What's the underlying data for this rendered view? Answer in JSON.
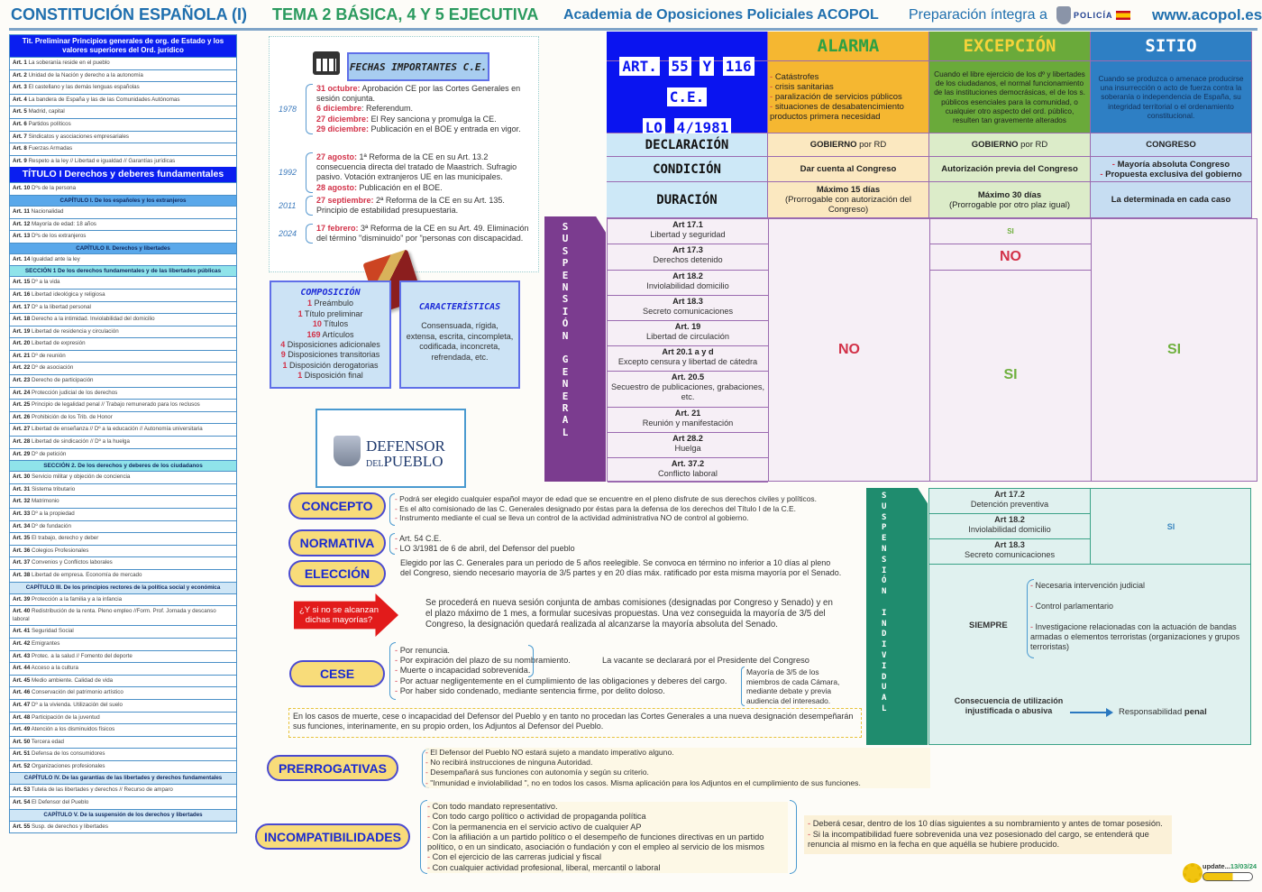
{
  "header": {
    "title1": "CONSTITUCIÓN ESPAÑOLA (I)",
    "title2": "TEMA 2 BÁSICA, 4 Y 5 EJECUTIVA",
    "academy": "Academia de Oposiciones Policiales ACOPOL",
    "tagline": "Preparación íntegra a",
    "police_logo": "POLICÍA",
    "website": "www.acopol.es"
  },
  "index": {
    "tit_preliminar": "Tit. Preliminar Principios generales de org. de Estado y los valores superiores del Ord. jurídico",
    "prelim_items": [
      {
        "art": "Art. 1",
        "text": "La soberanía reside en el pueblo"
      },
      {
        "art": "Art. 2",
        "text": "Unidad de la Nación y derecho a la autonomía"
      },
      {
        "art": "Art. 3",
        "text": "El castellano y las demás lenguas españolas"
      },
      {
        "art": "Art. 4",
        "text": "La bandera de España y las de las Comunidades Autónomas"
      },
      {
        "art": "Art. 5",
        "text": "Madrid, capital"
      },
      {
        "art": "Art. 6",
        "text": "Partidos políticos"
      },
      {
        "art": "Art. 7",
        "text": "Sindicatos y asociaciones empresariales"
      },
      {
        "art": "Art. 8",
        "text": "Fuerzas Armadas"
      },
      {
        "art": "Art. 9",
        "text": "Respeto a la ley // Libertad e igualdad // Garantías jurídicas"
      }
    ],
    "titulo1": "TÍTULO I Derechos y deberes fundamentales",
    "art10": {
      "art": "Art. 10",
      "text": "Dºs de la persona"
    },
    "cap1": "CAPÍTULO I. De los españoles y los extranjeros",
    "cap1_items": [
      {
        "art": "Art. 11",
        "text": "Nacionalidad"
      },
      {
        "art": "Art. 12",
        "text": "Mayoría de edad: 18 años"
      },
      {
        "art": "Art. 13",
        "text": "Dºs de los extranjeros"
      }
    ],
    "cap2": "CAPÍTULO II. Derechos y libertades",
    "art14": {
      "art": "Art. 14",
      "text": "Igualdad ante la ley"
    },
    "sec1": "SECCIÓN 1 De los derechos fundamentales y de las libertades públicas",
    "sec1_items": [
      {
        "art": "Art. 15",
        "text": "Dº a la vida"
      },
      {
        "art": "Art. 16",
        "text": "Libertad ideológica y religiosa"
      },
      {
        "art": "Art. 17",
        "text": "Dº a la libertad personal"
      },
      {
        "art": "Art. 18",
        "text": "Derecho a la intimidad. Inviolabilidad del domicilio"
      },
      {
        "art": "Art. 19",
        "text": "Libertad de residencia y circulación"
      },
      {
        "art": "Art. 20",
        "text": "Libertad de expresión"
      },
      {
        "art": "Art. 21",
        "text": "Dº de reunión"
      },
      {
        "art": "Art. 22",
        "text": "Dº de asociación"
      },
      {
        "art": "Art. 23",
        "text": "Derecho de participación"
      },
      {
        "art": "Art. 24",
        "text": "Protección judicial de los derechos"
      },
      {
        "art": "Art. 25",
        "text": "Principio de legalidad penal // Trabajo remunerado para los reclusos"
      },
      {
        "art": "Art. 26",
        "text": "Prohibición de los Trib. de Honor"
      },
      {
        "art": "Art. 27",
        "text": "Libertad de enseñanza // Dº a la educación // Autonomía universitaria"
      },
      {
        "art": "Art. 28",
        "text": "Libertad de sindicación // Dº a la huelga"
      },
      {
        "art": "Art. 29",
        "text": "Dº de petición"
      }
    ],
    "sec2": "SECCIÓN 2. De los derechos y deberes de los ciudadanos",
    "sec2_items": [
      {
        "art": "Art. 30",
        "text": "Servicio militar y objeción de conciencia"
      },
      {
        "art": "Art. 31",
        "text": "Sistema tributario"
      },
      {
        "art": "Art. 32",
        "text": "Matrimonio"
      },
      {
        "art": "Art. 33",
        "text": "Dº a la propiedad"
      },
      {
        "art": "Art. 34",
        "text": "Dº de fundación"
      },
      {
        "art": "Art. 35",
        "text": "El trabajo, derecho y deber"
      },
      {
        "art": "Art. 36",
        "text": "Colegios Profesionales"
      },
      {
        "art": "Art. 37",
        "text": "Convenios y Conflictos laborales"
      },
      {
        "art": "Art. 38",
        "text": "Libertad de empresa. Economía de mercado"
      }
    ],
    "cap3": "CAPÍTULO III. De los principios rectores de la política social y económica",
    "cap3_items": [
      {
        "art": "Art. 39",
        "text": "Protección a la familia y a la infancia"
      },
      {
        "art": "Art. 40",
        "text": "Redistribución de la renta. Pleno empleo //Form. Prof. Jornada y descanso laboral"
      },
      {
        "art": "Art. 41",
        "text": "Seguridad Social"
      },
      {
        "art": "Art. 42",
        "text": "Emigrantes"
      },
      {
        "art": "Art. 43",
        "text": "Protec. a la salud // Fomento del deporte"
      },
      {
        "art": "Art. 44",
        "text": "Acceso a la cultura"
      },
      {
        "art": "Art. 45",
        "text": "Medio ambiente. Calidad de vida"
      },
      {
        "art": "Art. 46",
        "text": "Conservación del patrimonio artístico"
      },
      {
        "art": "Art. 47",
        "text": "Dº a la vivienda. Utilización del suelo"
      },
      {
        "art": "Art. 48",
        "text": "Participación de la juventud"
      },
      {
        "art": "Art. 49",
        "text": "Atención a los disminuidos físicos"
      },
      {
        "art": "Art. 50",
        "text": "Tercera edad"
      },
      {
        "art": "Art. 51",
        "text": "Defensa de los consumidores"
      },
      {
        "art": "Art. 52",
        "text": "Organizaciones profesionales"
      }
    ],
    "cap4": "CAPÍTULO IV. De las garantías de las libertades y derechos fundamentales",
    "cap4_items": [
      {
        "art": "Art. 53",
        "text": "Tutela de las libertades y derechos // Recurso de amparo"
      },
      {
        "art": "Art. 54",
        "text": "El Defensor del Pueblo"
      }
    ],
    "cap5": "CAPÍTULO V. De la suspensión de los derechos y libertades",
    "cap5_items": [
      {
        "art": "Art. 55",
        "text": "Susp. de derechos y libertades"
      }
    ]
  },
  "fechas": {
    "title": "FECHAS IMPORTANTES C.E.",
    "groups": [
      {
        "year": "1978",
        "lines": [
          {
            "date": "31 octubre:",
            "text": " Aprobación CE por las Cortes Generales en sesión conjunta."
          },
          {
            "date": "6 diciembre",
            "text": ": Referendum."
          },
          {
            "date": "27 diciembre:",
            "text": " El Rey sanciona y promulga la CE."
          },
          {
            "date": "29 diciembre:",
            "text": " Publicación en el BOE y entrada en vigor."
          }
        ]
      },
      {
        "year": "1992",
        "lines": [
          {
            "date": "27 agosto:",
            "text": " 1ª Reforma de la CE en su Art. 13.2 consecuencia directa del tratado de Maastrich. Sufragio pasivo. Votación extranjeros UE en las municipales."
          },
          {
            "date": "28 agosto:",
            "text": " Publicación en el BOE."
          }
        ]
      },
      {
        "year": "2011",
        "lines": [
          {
            "date": "27 septiembre:",
            "text": " 2ª Reforma de la CE en su Art. 135. Principio de estabilidad presupuestaria."
          }
        ]
      },
      {
        "year": "2024",
        "lines": [
          {
            "date": "17 febrero:",
            "text": " 3ª Reforma de la CE en su Art. 49. Eliminación del término \"disminuido\" por \"personas con discapacidad."
          }
        ]
      }
    ]
  },
  "composicion": {
    "title": "COMPOSICIÓN",
    "items": [
      {
        "n": "1",
        "text": " Preámbulo"
      },
      {
        "n": "1",
        "text": " Título preliminar"
      },
      {
        "n": "10",
        "text": " Títulos"
      },
      {
        "n": "169",
        "text": " Artículos"
      },
      {
        "n": "4",
        "text": " Disposiciones adicionales"
      },
      {
        "n": "9",
        "text": " Disposiciones transitorias"
      },
      {
        "n": "1",
        "text": " Disposición derogatorias"
      },
      {
        "n": "1",
        "text": " Disposición final"
      }
    ]
  },
  "caracteristicas": {
    "title": "CARACTERÍSTICAS",
    "text": "Consensuada, rígida, extensa, escrita, cincompleta, codificada, inconcreta, refrendada, etc."
  },
  "defensor_logo": {
    "line1": "DEFENSOR",
    "line2_small": "DEL",
    "line2": "PUEBLO"
  },
  "estados": {
    "art_line1": [
      "ART.",
      "55",
      "Y",
      "116",
      "C.E."
    ],
    "art_line2": [
      "LO",
      "4/1981"
    ],
    "columns": [
      {
        "name": "ALARMA",
        "color": "#f5b731",
        "title_color": "#2ea043",
        "supuestos": [
          "Catástrofes",
          "crisis sanitarias",
          "paralización de servicios públicos",
          "situaciones de desabatencimiento productos primera necesidad"
        ],
        "declaracion_bold": "GOBIERNO",
        "declaracion": " por RD",
        "condicion": "Dar cuenta al Congreso",
        "duracion_bold": "Máximo 15 días",
        "duracion": "(Prorrogable con autorización del Congreso)",
        "suspension_general": "NO"
      },
      {
        "name": "EXCEPCIÓN",
        "color": "#6aaa3a",
        "title_color": "#f5d33a",
        "supuesto": "Cuando el libre ejercicio de los dº y libertades de los ciudadanos, el normal funcionamiento de las instituciones democrásicas, el de los s. públicos esenciales para la comunidad, o cualquier otro aspecto del ord. público, resulten tan gravemente alterados",
        "declaracion_bold": "GOBIERNO",
        "declaracion": " por RD",
        "condicion": "Autorización previa del Congreso",
        "duracion_bold": "Máximo 30 días",
        "duracion": "(Prorrogable por otro plaz igual)",
        "suspension_general_top": "SI",
        "suspension_general_mid": "NO",
        "suspension_general": "SI"
      },
      {
        "name": "SITIO",
        "color": "#2e7fc4",
        "title_color": "#ffffff",
        "supuesto": "Cuando se produzca o amenace producirse una insurrección o acto de fuerza contra la soberanía o independencia de España, su integridad territorial o el ordenamiento constitucional.",
        "declaracion": "CONGRESO",
        "condicion": [
          "Mayoría absoluta Congreso",
          "Propuesta exclusiva del gobierno"
        ],
        "duracion": "La determinada en cada caso",
        "suspension_general": "SI"
      }
    ],
    "row_labels": {
      "declaracion": "DECLARACIÓN",
      "condicion": "CONDICIÓN",
      "duracion": "DURACIÓN"
    }
  },
  "suspension_general": {
    "label": [
      "S",
      "U",
      "S",
      "P",
      "E",
      "N",
      "S",
      "I",
      "Ó",
      "N",
      "",
      "G",
      "E",
      "N",
      "E",
      "R",
      "A",
      "L"
    ],
    "items": [
      {
        "art": "Art 17.1",
        "text": "Libertad y seguridad"
      },
      {
        "art": "Art 17.3",
        "text": "Derechos detenido"
      },
      {
        "art": "Art 18.2",
        "text": "Inviolabilidad domicilio"
      },
      {
        "art": "Art 18.3",
        "text": "Secreto comunicaciones"
      },
      {
        "art": "Art. 19",
        "text": "Libertad de circulación"
      },
      {
        "art": "Art 20.1 a y d",
        "text": "Excepto censura y  libertad de cátedra"
      },
      {
        "art": "Art. 20.5",
        "text": "Secuestro de publicaciones, grabaciones, etc."
      },
      {
        "art": "Art. 21",
        "text": "Reunión y manifestación"
      },
      {
        "art": "Art 28.2",
        "text": "Huelga"
      },
      {
        "art": "Art. 37.2",
        "text": "Conflicto laboral"
      }
    ]
  },
  "suspension_individual": {
    "label": [
      "S",
      "U",
      "S",
      "P",
      "E",
      "N",
      "S",
      "I",
      "Ó",
      "N",
      "",
      "I",
      "N",
      "D",
      "I",
      "V",
      "I",
      "D",
      "U",
      "A",
      "L"
    ],
    "items": [
      {
        "art": "Art 17.2",
        "text": "Detención preventiva"
      },
      {
        "art": "Art 18.2",
        "text": "Inviolabilidad domicilio"
      },
      {
        "art": "Art 18.3",
        "text": "Secreto comunicaciones"
      }
    ],
    "si": "SI",
    "siempre_label": "SIEMPRE",
    "siempre_items": [
      "Necesaria intervención judicial",
      "Control parlamentario",
      "Investigacione relacionadas con la actuación de bandas armadas o elementos terroristas (organizaciones y grupos terroristas)"
    ],
    "consecuencia": "Consecuencia de utilización injustificada o abusiva",
    "responsabilidad": "Responsabilidad ",
    "responsabilidad_bold": "penal"
  },
  "defensor": {
    "concepto": {
      "label": "CONCEPTO",
      "lines": [
        "Podrá ser elegido cualquier español mayor de edad que se encuentre en el pleno disfrute de sus derechos civiles y políticos.",
        "Es el alto comisionado de las C. Generales designado por éstas para la defensa de los derechos  del Título I de la C.E.",
        "Instrumento mediante el cual se lleva un control de la actividad administrativa NO de control al gobierno."
      ]
    },
    "normativa": {
      "label": "NORMATIVA",
      "lines": [
        "Art. 54 C.E.",
        "LO 3/1981 de 6 de abril, del Defensor del pueblo"
      ]
    },
    "eleccion": {
      "label": "ELECCIÓN",
      "text": "Elegido por las C. Generales para un periodo de 5 años reelegible. Se convoca en término no inferior a 10 días al pleno del Congreso, siendo necesario mayoría de 3/5 partes y en 20 días máx. ratificado por esta misma mayoría por el Senado."
    },
    "arrow_question": "¿Y si no se alcanzan dichas mayorías?",
    "arrow_answer": "Se procederá en nueva sesión conjunta de ambas comisiones (designadas por Congreso y Senado) y en el plazo máximo de 1 mes, a formular sucesivas propuestas. Una vez conseguida la mayoría de 3/5 del Congreso, la designación quedará realizada al alcanzarse la mayoría absoluta del Senado.",
    "cese": {
      "label": "CESE",
      "lines": [
        "Por renuncia.",
        "Por expiración del plazo de su nombramiento.",
        "Muerte o incapacidad sobrevenida.",
        "Por actuar negligentemente en el cumplimiento de las obligaciones y deberes del cargo.",
        "Por haber sido condenado, mediante sentencia firme, por delito doloso."
      ],
      "vacante": "La vacante se declarará por el Presidente del Congreso",
      "mayoria": "Mayoría de 3/5 de los miembros de cada Cámara, mediante debate y previa audiencia del interesado."
    },
    "interinidad": "En los casos de muerte, cese o incapacidad del Defensor del Pueblo y en tanto no procedan las Cortes Generales a una nueva designación desempeñarán sus funciones, interinamente, en su propio orden, los Adjuntos al Defensor del Pueblo.",
    "prerrogativas": {
      "label": "PRERROGATIVAS",
      "lines": [
        "El Defensor del Pueblo NO estará sujeto a mandato imperativo alguno.",
        "No recibirá instrucciones de ninguna Autoridad.",
        "Desempañará sus funciones con autonomía y según su criterio.",
        "\"Inmunidad e inviolabilidad \", no en todos los casos. Misma aplicación para los Adjuntos en el cumplimiento de sus funciones."
      ]
    },
    "incompatibilidades": {
      "label": "INCOMPATIBILIDADES",
      "lines": [
        "Con todo mandato representativo.",
        "Con todo cargo político o actividad de propaganda política",
        "Con la permanencia en el servicio activo de cualquier AP",
        "Con la afiliación a un partido político o el desempeño de funciones directivas en un partido político, o en un sindicato, asociación o fundación y con el empleo al servicio de los mismos",
        "Con el ejercicio de las carreras judicial y fiscal",
        "Con cualquier actividad profesional, liberal, mercantil o laboral"
      ],
      "consecuencias": [
        "Deberá cesar, dentro de los 10 días siguientes a su nombramiento y antes de tomar posesión.",
        "Si la incompatibilidad fuere sobrevenida una vez posesionado del cargo, se entenderá que renuncia al mismo en la fecha en que aquélla se hubiere producido."
      ]
    }
  },
  "update": {
    "label": "update...",
    "date": "13/03/24"
  }
}
